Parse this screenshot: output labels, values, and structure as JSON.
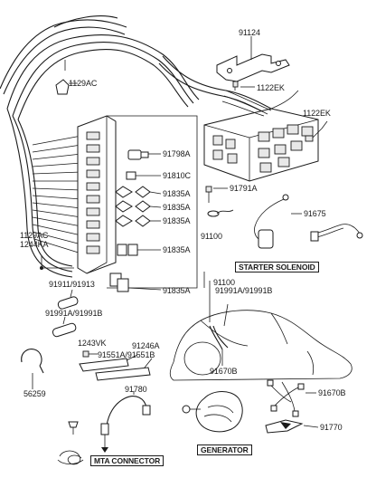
{
  "labels": {
    "p91124": "91124",
    "p1129AC_top": "1129AC",
    "p1122EK_a": "1122EK",
    "p1122EK_b": "1122EK",
    "p91798A": "91798A",
    "p91810C": "91810C",
    "p91791A": "91791A",
    "p91835A_1": "91835A",
    "p91835A_2": "91835A",
    "p91835A_3": "91835A",
    "p91835A_4": "91835A",
    "p91835A_5": "91835A",
    "p91675": "91675",
    "p91100_a": "91100",
    "p1129AC_left": "1129AC",
    "p1244KA": "1244KA",
    "p91911": "91911/91913",
    "p91100_b": "91100",
    "p91991_r": "91991A/91991B",
    "p91991_l": "91991A/91991B",
    "p1243VK": "1243VK",
    "p91246A": "91246A",
    "p91551": "91551A/91551B",
    "p91670B_c": "91670B",
    "p91670B_r": "91670B",
    "p56259": "56259",
    "p91780": "91780",
    "p91770": "91770"
  },
  "callouts": {
    "starter_solenoid": "STARTER  SOLENOID",
    "mta_connector": "MTA CONNECTOR",
    "generator": "GENERATOR"
  }
}
